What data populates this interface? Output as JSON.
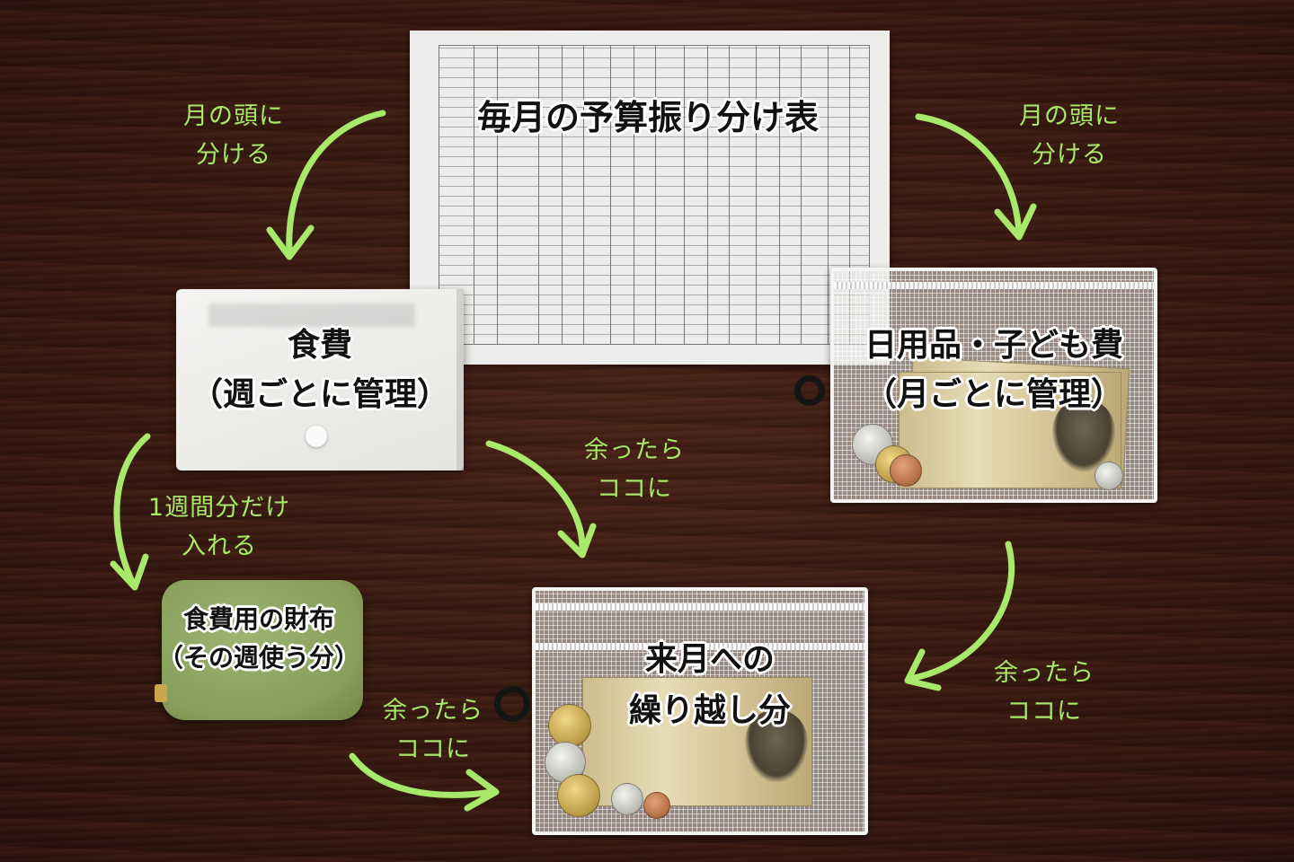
{
  "title": "毎月の予算振り分け表",
  "containers": {
    "food_case": {
      "line1": "食費",
      "line2": "（週ごとに管理）"
    },
    "daily_kids_pouch": {
      "line1": "日用品・子ども費",
      "line2": "（月ごとに管理）"
    },
    "food_wallet": {
      "line1": "食費用の財布",
      "line2": "（その週使う分）"
    },
    "carryover_pouch": {
      "line1": "来月への",
      "line2": "繰り越し分"
    }
  },
  "arrow_notes": {
    "top_left": {
      "line1": "月の頭に",
      "line2": "分ける"
    },
    "top_right": {
      "line1": "月の頭に",
      "line2": "分ける"
    },
    "left_middle": {
      "line1": "1週間分だけ",
      "line2": "入れる"
    },
    "center": {
      "line1": "余ったら",
      "line2": "ココに"
    },
    "bottom_left": {
      "line1": "余ったら",
      "line2": "ココに"
    },
    "bottom_right": {
      "line1": "余ったら",
      "line2": "ココに"
    }
  },
  "colors": {
    "arrow": "#a8e86a",
    "table": "#3a1b12",
    "wallet": "#8ca560"
  }
}
